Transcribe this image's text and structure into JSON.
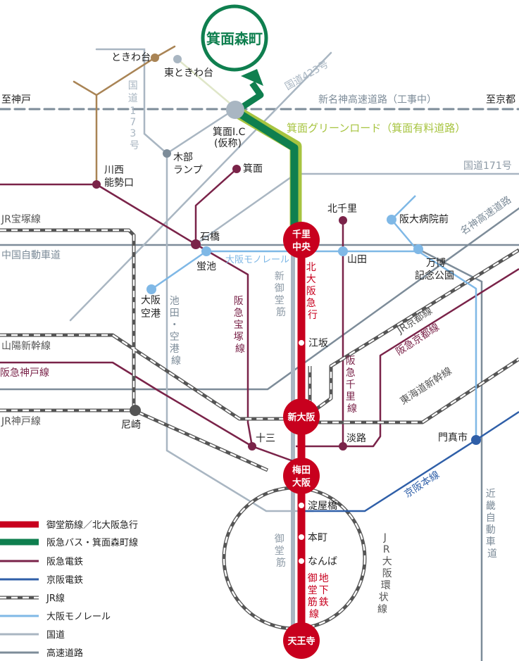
{
  "colors": {
    "midosuji": "#c8001e",
    "bus": "#0f7f4f",
    "greenroad": "#a7c440",
    "hankyu": "#7a2349",
    "keihan": "#2f5fa8",
    "jr": "#666666",
    "monorail": "#7fb8e6",
    "kokudo": "#a9b6c2",
    "expressway": "#7d8c99",
    "kitoki": "#a98455"
  },
  "destination": {
    "label": "箕面森町"
  },
  "stations": {
    "senri_chuo": [
      "千里",
      "中央"
    ],
    "shin_osaka": "新大阪",
    "umeda": [
      "梅田",
      "大阪"
    ],
    "tennoji": "天王寺",
    "esaka": "江坂",
    "yodoyabashi": "淀屋橋",
    "honmachi": "本町",
    "namba": "なんば",
    "kita_senri": "北千里",
    "yamada": "山田",
    "handai": "阪大病院前",
    "banpaku": [
      "万博",
      "記念公園"
    ],
    "hotarugaike": "蛍池",
    "osaka_airport": [
      "大阪",
      "空港"
    ],
    "ishibashi": "石橋",
    "minoh": "箕面",
    "kawanishi": [
      "川西",
      "能勢口"
    ],
    "tokiwadai": "ときわ台",
    "higashi_tokiwadai": "東ときわ台",
    "kibe": [
      "木部",
      "ランプ"
    ],
    "minoh_ic": [
      "箕面I.C",
      "(仮称)"
    ],
    "juso": "十三",
    "awaji": "淡路",
    "amagasaki": "尼崎",
    "kadoma": "門真市"
  },
  "line_labels": {
    "shin_meishin": "新名神高速道路（工事中）",
    "to_kobe": "至神戸",
    "to_kyoto": "至京都",
    "greenroad": "箕面グリーンロード（箕面有料道路）",
    "r423": "国道423号",
    "r171": "国道171号",
    "r173": [
      "国",
      "道",
      "1",
      "7",
      "3",
      "号"
    ],
    "jr_takarazuka": "JR宝塚線",
    "chugoku_exp": "中国自動車道",
    "monorail": "大阪モノレール",
    "meishin": "名神高速道路",
    "sanyo_shinkansen": "山陽新幹線",
    "hankyu_kobe": "阪急神戸線",
    "jr_kobe": "JR神戸線",
    "jr_kyoto": "JR京都線",
    "hankyu_kyoto": "阪急京都線",
    "tokaido_shinkansen": "東海道新幹線",
    "keihan_main": "京阪本線",
    "kinki_exp": [
      "近",
      "畿",
      "自",
      "動",
      "車",
      "道"
    ],
    "ikeda_kuko": [
      "池",
      "田",
      "・",
      "空",
      "港",
      "線"
    ],
    "hankyu_takarazuka": [
      "阪",
      "急",
      "宝",
      "塚",
      "線"
    ],
    "hankyu_senri": [
      "阪",
      "急",
      "千",
      "里",
      "線"
    ],
    "shin_midosuji": [
      "新",
      "御",
      "堂",
      "筋"
    ],
    "kita_osaka_kyuko": [
      "北",
      "大",
      "阪",
      "急",
      "行"
    ],
    "midosuji_road": [
      "御",
      "堂",
      "筋"
    ],
    "midosuji_subway": [
      "御",
      "地",
      "堂",
      "下",
      "筋",
      "鉄",
      "線"
    ],
    "jr_loop": [
      "J",
      "R",
      "大",
      "阪",
      "環",
      "状",
      "線"
    ]
  },
  "legend": [
    {
      "key": "midosuji",
      "label": "御堂筋線／北大阪急行",
      "style": "thick"
    },
    {
      "key": "bus",
      "label": "阪急バス・箕面森町線",
      "style": "thick"
    },
    {
      "key": "hankyu",
      "label": "阪急電鉄",
      "style": "line"
    },
    {
      "key": "keihan",
      "label": "京阪電鉄",
      "style": "line"
    },
    {
      "key": "jr",
      "label": "JR線",
      "style": "jr"
    },
    {
      "key": "monorail",
      "label": "大阪モノレール",
      "style": "line"
    },
    {
      "key": "kokudo",
      "label": "国道",
      "style": "line"
    },
    {
      "key": "expressway",
      "label": "高速道路",
      "style": "line"
    }
  ]
}
